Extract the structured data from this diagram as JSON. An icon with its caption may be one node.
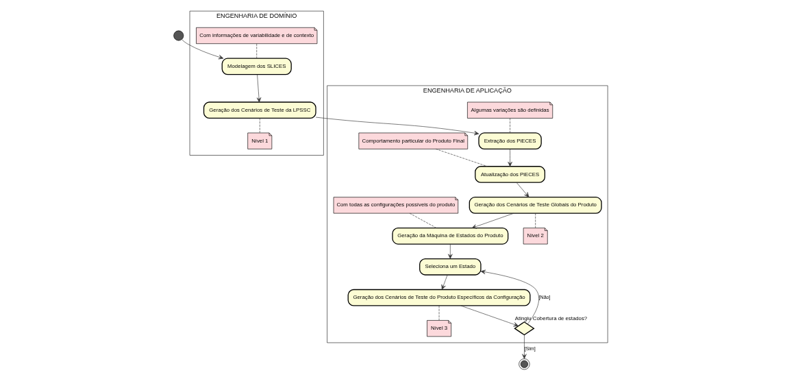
{
  "diagram": {
    "nodes": [
      {
        "text": [],
        "shape": "circle"
      },
      {
        "text": [
          "ENGENHARIA DE DOMÍNIO"
        ]
      },
      {
        "text": [
          "Com informações de variabilidade e de contexto"
        ],
        "in": 1
      },
      {
        "text": [
          "Modelagem dos SLICES"
        ],
        "in": 1
      },
      {
        "text": [
          "Geração dos Cenários de Teste da LPSSC"
        ],
        "in": 1
      },
      {
        "text": [
          "Nível 1"
        ],
        "in": 1
      },
      {
        "text": [
          "ENGENHARIA DE APLICAÇÃO"
        ]
      },
      {
        "text": [
          "Algumas variações são definidas"
        ],
        "in": 6
      },
      {
        "text": [
          "Extração dos PiECES"
        ],
        "in": 6
      },
      {
        "text": [
          "Comportamento particular do Produto Final"
        ],
        "in": 6
      },
      {
        "text": [
          "Atualização dos PiECES"
        ],
        "in": 6
      },
      {
        "text": [
          "Geração dos Cenários de Teste Globais do Produto"
        ],
        "in": 6
      },
      {
        "text": [
          "Nível 2"
        ],
        "in": 6
      },
      {
        "text": [
          "Com todas as configurações possíveis do produto"
        ],
        "in": 6
      },
      {
        "text": [
          "Geração da Máquina de Estados do Produto"
        ],
        "in": 6
      },
      {
        "text": [
          "Seleciona um Estado"
        ],
        "in": 6
      },
      {
        "text": [],
        "shape": "diamond",
        "beside": [
          "Atingiu Cobertura de estados?"
        ],
        "in": 6
      },
      {
        "text": [
          "Geração dos Cenários de Teste do Produto Específicos da Configuração"
        ],
        "in": 6
      },
      {
        "text": [
          "Nível 3"
        ],
        "in": 6
      },
      {
        "text": [],
        "shape": "circle"
      }
    ],
    "edges": [
      {
        "from": 0,
        "to": 3,
        "arrow": "to"
      },
      {
        "from": 2,
        "to": 3,
        "arrow": "none",
        "style": "dashed"
      },
      {
        "from": 3,
        "to": 4,
        "arrow": "to"
      },
      {
        "from": 4,
        "to": 5,
        "arrow": "none",
        "style": "dashed"
      },
      {
        "from": 4,
        "to": 8,
        "arrow": "to"
      },
      {
        "from": 7,
        "to": 8,
        "arrow": "none",
        "style": "dashed"
      },
      {
        "from": 8,
        "to": 10,
        "arrow": "to"
      },
      {
        "from": 9,
        "to": 10,
        "arrow": "none",
        "style": "dashed"
      },
      {
        "from": 10,
        "to": 11,
        "arrow": "to"
      },
      {
        "from": 11,
        "to": 12,
        "arrow": "none",
        "style": "dashed"
      },
      {
        "from": 11,
        "to": 14,
        "arrow": "to"
      },
      {
        "from": 13,
        "to": 14,
        "arrow": "none",
        "style": "dashed"
      },
      {
        "from": 14,
        "to": 15,
        "arrow": "to"
      },
      {
        "from": 15,
        "to": 17,
        "arrow": "to"
      },
      {
        "from": 17,
        "to": 16,
        "arrow": "to"
      },
      {
        "from": 16,
        "to": 15,
        "arrow": "to",
        "label": "[Não]"
      },
      {
        "from": 16,
        "to": 19,
        "arrow": "to",
        "label": "[Sim]"
      },
      {
        "from": 17,
        "to": 18,
        "arrow": "none",
        "style": "dashed"
      }
    ]
  }
}
